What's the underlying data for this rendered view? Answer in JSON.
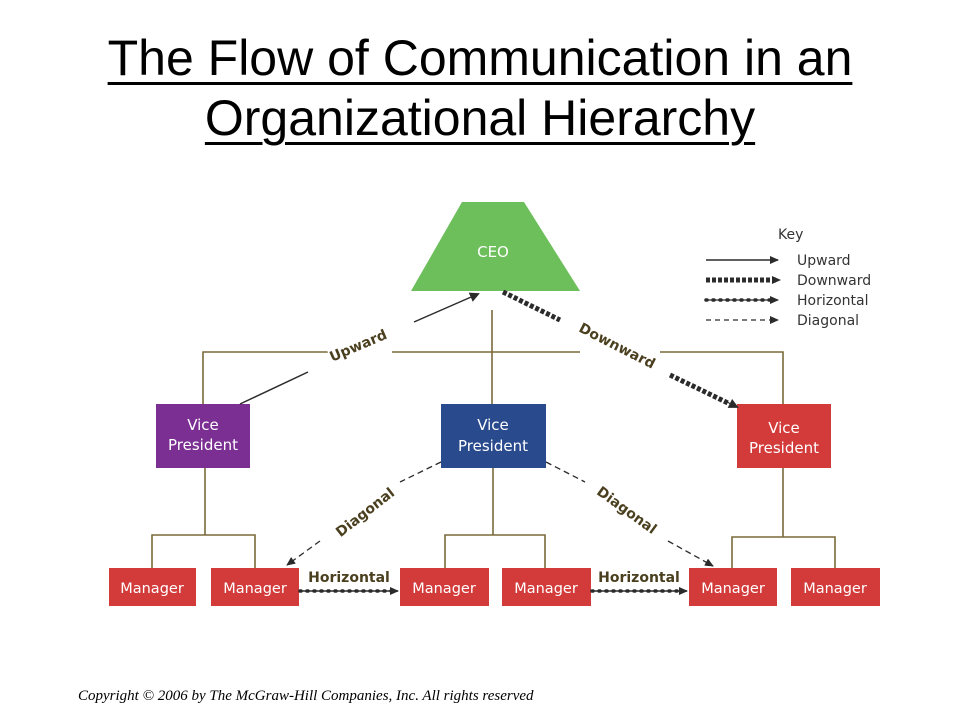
{
  "title": {
    "line1": "The Flow of Communication in an",
    "line2": "Organizational Hierarchy"
  },
  "nodes": {
    "ceo": "CEO",
    "vp_left_line1": "Vice",
    "vp_left_line2": "President",
    "vp_center_line1": "Vice",
    "vp_center_line2": "President",
    "vp_right_line1": "Vice",
    "vp_right_line2": "President",
    "manager": "Manager"
  },
  "flow_labels": {
    "upward": "Upward",
    "downward": "Downward",
    "diagonal_left": "Diagonal",
    "diagonal_right": "Diagonal",
    "horizontal_left": "Horizontal",
    "horizontal_right": "Horizontal"
  },
  "key": {
    "title": "Key",
    "items": [
      "Upward",
      "Downward",
      "Horizontal",
      "Diagonal"
    ]
  },
  "colors": {
    "ceo": "#6cbf5a",
    "vp_left": "#7b2f93",
    "vp_center": "#2a4a8e",
    "vp_right": "#d33a3a",
    "manager": "#d33a3a",
    "connector": "#7a6a3a",
    "label_text": "#4a3f1e"
  },
  "footer": "Copyright © 2006  by The McGraw-Hill  Companies, Inc. All rights reserved"
}
